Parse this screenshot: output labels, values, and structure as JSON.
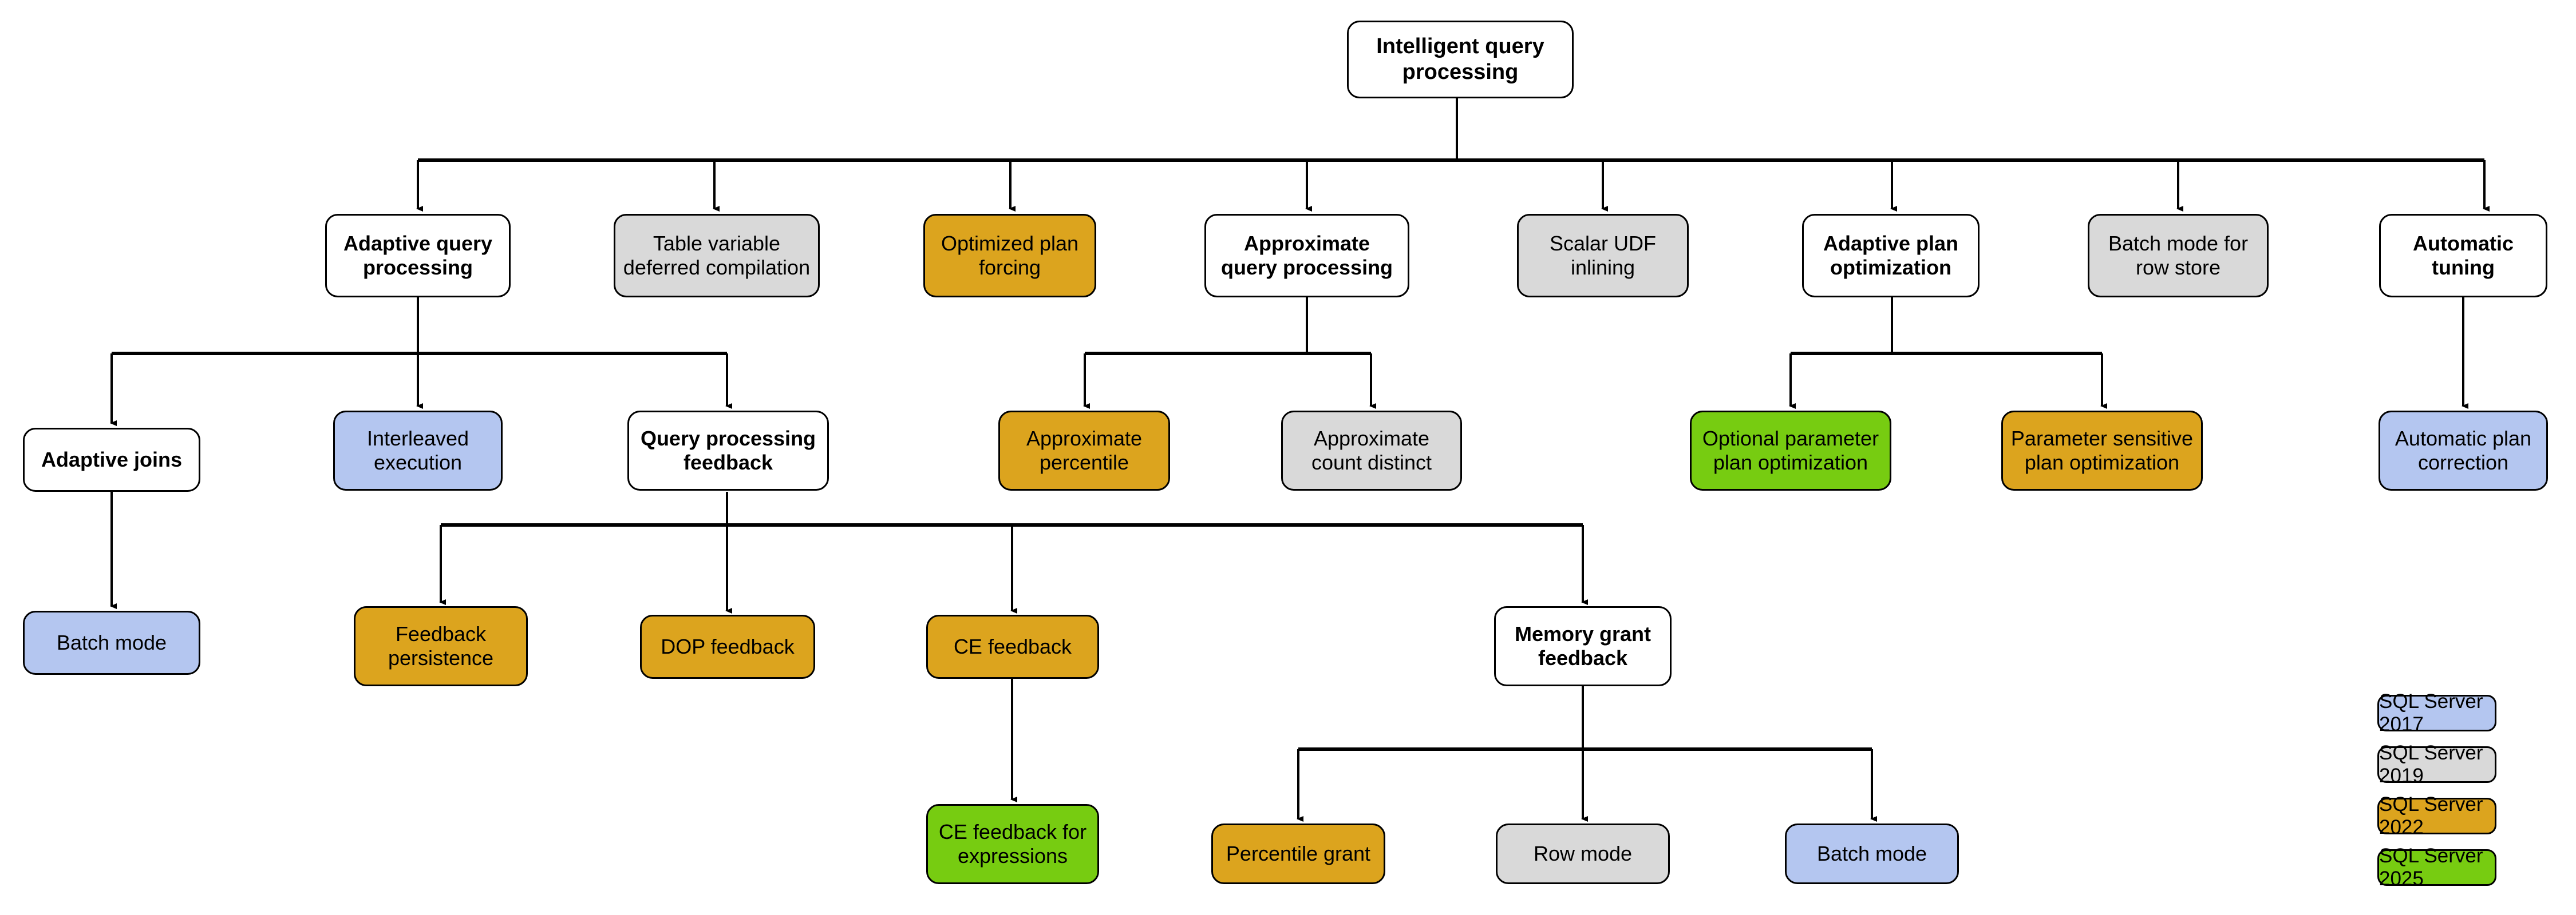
{
  "diagram": {
    "title": "Intelligent query processing feature family tree",
    "root": {
      "label": "Intelligent query\nprocessing",
      "fill": "white",
      "weight": "bold"
    },
    "level2": [
      {
        "label": "Adaptive query\nprocessing",
        "fill": "white",
        "weight": "bold"
      },
      {
        "label": "Table variable\ndeferred compilation",
        "fill": "gray",
        "weight": "reg"
      },
      {
        "label": "Optimized plan\nforcing",
        "fill": "orange",
        "weight": "reg"
      },
      {
        "label": "Approximate\nquery processing",
        "fill": "white",
        "weight": "bold"
      },
      {
        "label": "Scalar UDF\ninlining",
        "fill": "gray",
        "weight": "reg"
      },
      {
        "label": "Adaptive plan\noptimization",
        "fill": "white",
        "weight": "bold"
      },
      {
        "label": "Batch mode for\nrow store",
        "fill": "gray",
        "weight": "reg"
      },
      {
        "label": "Automatic\ntuning",
        "fill": "white",
        "weight": "bold"
      }
    ],
    "level3": [
      {
        "label": "Adaptive joins",
        "fill": "white",
        "weight": "bold"
      },
      {
        "label": "Interleaved\nexecution",
        "fill": "blue",
        "weight": "reg"
      },
      {
        "label": "Query processing\nfeedback",
        "fill": "white",
        "weight": "bold"
      },
      {
        "label": "Approximate\npercentile",
        "fill": "orange",
        "weight": "reg"
      },
      {
        "label": "Approximate\ncount distinct",
        "fill": "gray",
        "weight": "reg"
      },
      {
        "label": "Optional parameter\nplan optimization",
        "fill": "green",
        "weight": "reg"
      },
      {
        "label": "Parameter sensitive\nplan optimization",
        "fill": "orange",
        "weight": "reg"
      },
      {
        "label": "Automatic plan\ncorrection",
        "fill": "blue",
        "weight": "reg"
      }
    ],
    "level4": [
      {
        "label": "Batch mode",
        "fill": "blue",
        "weight": "reg"
      },
      {
        "label": "Feedback\npersistence",
        "fill": "orange",
        "weight": "reg"
      },
      {
        "label": "DOP feedback",
        "fill": "orange",
        "weight": "reg"
      },
      {
        "label": "CE feedback",
        "fill": "orange",
        "weight": "reg"
      },
      {
        "label": "Memory grant\nfeedback",
        "fill": "white",
        "weight": "bold"
      }
    ],
    "level5": [
      {
        "label": "CE feedback for\nexpressions",
        "fill": "green",
        "weight": "reg"
      },
      {
        "label": "Percentile grant",
        "fill": "orange",
        "weight": "reg"
      },
      {
        "label": "Row mode",
        "fill": "gray",
        "weight": "reg"
      },
      {
        "label": "Batch mode",
        "fill": "blue",
        "weight": "reg"
      }
    ],
    "legend": [
      {
        "label": "SQL Server 2017",
        "fill": "blue",
        "color": "#b4c6f0"
      },
      {
        "label": "SQL Server 2019",
        "fill": "gray",
        "color": "#d9d9d9"
      },
      {
        "label": "SQL Server 2022",
        "fill": "orange",
        "color": "#dca41e"
      },
      {
        "label": "SQL Server 2025",
        "fill": "green",
        "color": "#77cc11"
      }
    ],
    "colors": {
      "white": "#ffffff",
      "gray": "#d9d9d9",
      "orange": "#dca41e",
      "green": "#77cc11",
      "blue": "#b4c6f0",
      "stroke": "#000000",
      "background": "#ffffff"
    }
  }
}
